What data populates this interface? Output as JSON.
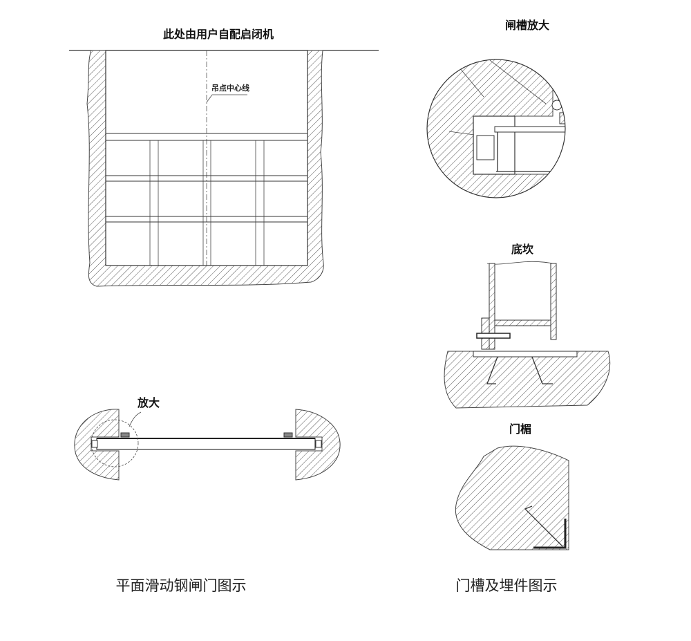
{
  "figure_left": {
    "top_label": "此处由用户自配启闭机",
    "centerline_label": "吊点中心线",
    "plan_zoom_label": "放大",
    "caption": "平面滑动钢闸门图示"
  },
  "figure_right": {
    "slot_detail_title": "闸槽放大",
    "sill_title": "底坎",
    "lintel_title": "门楣",
    "caption": "门槽及埋件图示"
  },
  "colors": {
    "line": "#333333",
    "background": "#ffffff"
  }
}
